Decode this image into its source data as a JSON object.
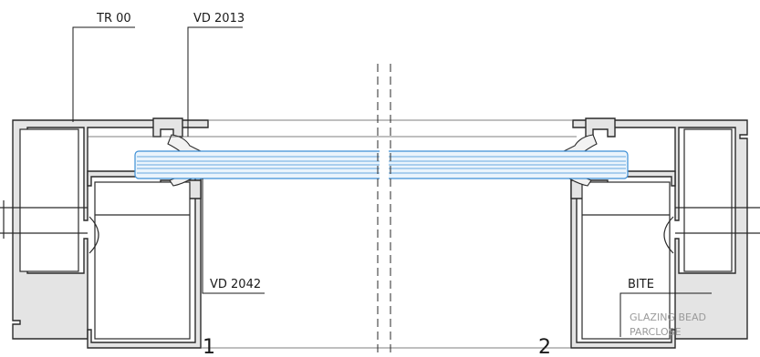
{
  "labels": {
    "tr00": "TR 00",
    "vd2013": "VD 2013",
    "vd2042": "VD 2042",
    "bite": "BITE",
    "glazing_bead": "GLAZING BEAD",
    "parclose": "PARCLOSE"
  },
  "section_numbers": {
    "left": "1",
    "right": "2"
  },
  "colors": {
    "profile_fill": "#e4e4e4",
    "profile_stroke": "#2a2a2a",
    "glass_stroke": "#3d8fd6",
    "glass_fill": "#eaf4fc",
    "gasket_fill": "#f2f2f2",
    "leader": "#1a1a1a"
  }
}
